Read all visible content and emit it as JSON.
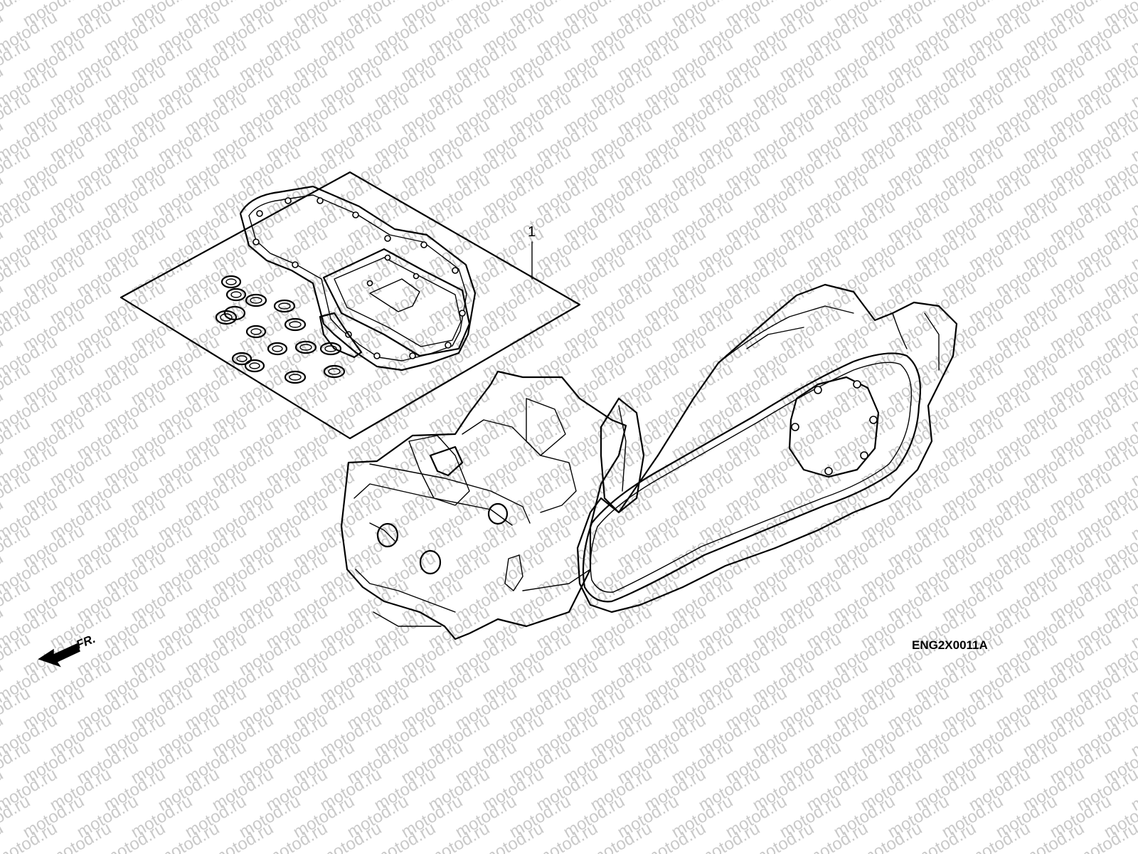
{
  "watermark": {
    "text": "motod.ru"
  },
  "callouts": [
    {
      "label": "1"
    }
  ],
  "diagram_code": "ENG2X0011A",
  "direction_indicator": {
    "label": "FR."
  }
}
